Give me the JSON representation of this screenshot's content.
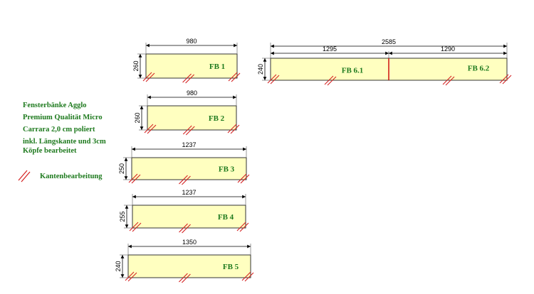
{
  "colors": {
    "panel_fill": "#ffffc0",
    "panel_stroke": "#333333",
    "label": "#1e7a1e",
    "edge_mark": "#d42020",
    "divider": "#cc0000",
    "dimension": "#000000"
  },
  "notes": {
    "lines": [
      "Fensterbänke Agglo",
      "Premium Qualität Micro",
      "Carrara 2,0 cm poliert",
      "inkl. Längskante und 3cm",
      "Köpfe bearbeitet"
    ],
    "legend_label": "Kantenbearbeitung",
    "legend_icon": "double-slash-edge-mark"
  },
  "panels": [
    {
      "id": "fb1",
      "label": "FB 1",
      "width": "980",
      "depth": "260"
    },
    {
      "id": "fb2",
      "label": "FB 2",
      "width": "980",
      "depth": "260"
    },
    {
      "id": "fb3",
      "label": "FB 3",
      "width": "1237",
      "depth": "250"
    },
    {
      "id": "fb4",
      "label": "FB 4",
      "width": "1237",
      "depth": "255"
    },
    {
      "id": "fb5",
      "label": "FB 5",
      "width": "1350",
      "depth": "240"
    }
  ],
  "combined_panel": {
    "total_width": "2585",
    "depth": "240",
    "sections": [
      {
        "id": "fb61",
        "label": "FB 6.1",
        "width": "1295"
      },
      {
        "id": "fb62",
        "label": "FB 6.2",
        "width": "1290"
      }
    ]
  }
}
